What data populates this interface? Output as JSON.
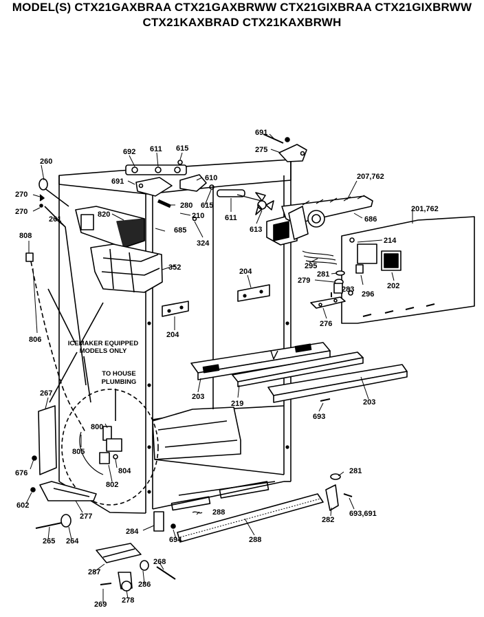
{
  "header": {
    "line1": "MODEL(S) CTX21GAXBRAA  CTX21GAXBRWW  CTX21GIXBRAA  CTX21GIXBRWW",
    "line2": "CTX21KAXBRAD  CTX21KAXBRWH"
  },
  "notes": {
    "icemaker_1": "ICEMAKER EQUIPPED",
    "icemaker_2": "MODELS ONLY",
    "plumbing_1": "TO HOUSE",
    "plumbing_2": "PLUMBING"
  },
  "labels": {
    "l691a": "691",
    "l275": "275",
    "l692": "692",
    "l611a": "611",
    "l615a": "615",
    "l260": "260",
    "l691b": "691",
    "l610": "610",
    "l207": "207,762",
    "l270a": "270",
    "l280": "280",
    "l615b": "615",
    "l201": "201,762",
    "l270b": "270",
    "l261": "261",
    "l820": "820",
    "l210": "210",
    "l611b": "611",
    "l686": "686",
    "l214": "214",
    "l808": "808",
    "l685": "685",
    "l324": "324",
    "l613": "613",
    "l352": "352",
    "l295": "295",
    "l281a": "281",
    "l279": "279",
    "l204a": "204",
    "l283": "283",
    "l296": "296",
    "l202": "202",
    "l276": "276",
    "l204b": "204",
    "l806": "806",
    "l203a": "203",
    "l219": "219",
    "l203b": "203",
    "l267": "267",
    "l693a": "693",
    "l800": "800",
    "l805": "805",
    "l676": "676",
    "l804": "804",
    "l281b": "281",
    "l802": "802",
    "l602": "602",
    "l277": "277",
    "l288a": "288",
    "l693b": "693,691",
    "l282": "282",
    "l265": "265",
    "l264": "264",
    "l284": "284",
    "l694": "694",
    "l288b": "288",
    "l268": "268",
    "l287": "287",
    "l286": "286",
    "l269": "269",
    "l278": "278"
  }
}
